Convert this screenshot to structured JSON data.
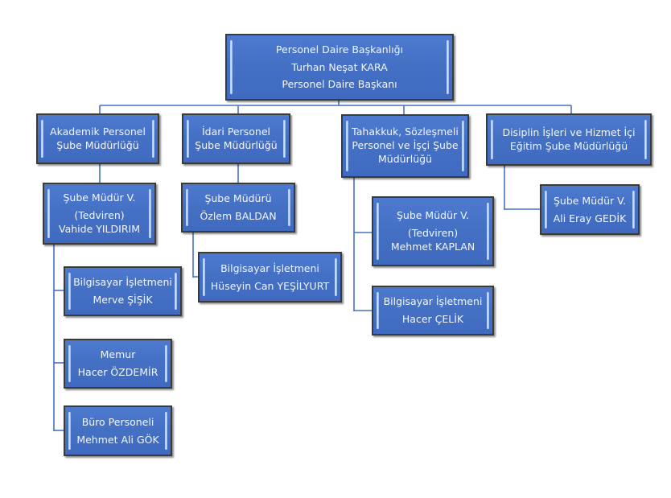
{
  "title": "Personel Daire Başkanlığı Organizasyon Şeması",
  "colors": {
    "box_fill": "#4472C4",
    "box_border": "#3a3a3a",
    "box_text": "#FFFFFF",
    "connector": "#4472C4"
  },
  "root": {
    "lines": [
      "Personel Daire Başkanlığı",
      "Turhan Neşat KARA",
      "Personel Daire Başkanı"
    ]
  },
  "departments": [
    {
      "lines": [
        "Akademik Personel",
        "Şube Müdürlüğü"
      ],
      "children": [
        {
          "lines": [
            "Şube Müdür V.",
            "(Tedviren)",
            "Vahide YILDIRIM"
          ]
        },
        {
          "lines": [
            "Bilgisayar İşletmeni",
            "Merve ŞİŞİK"
          ]
        },
        {
          "lines": [
            "Memur",
            "Hacer ÖZDEMİR"
          ]
        },
        {
          "lines": [
            "Büro Personeli",
            "Mehmet Ali GÖK"
          ]
        }
      ]
    },
    {
      "lines": [
        "İdari Personel",
        "Şube Müdürlüğü"
      ],
      "children": [
        {
          "lines": [
            "Şube Müdürü",
            "Özlem BALDAN"
          ]
        },
        {
          "lines": [
            "Bilgisayar İşletmeni",
            "Hüseyin Can YEŞİLYURT"
          ]
        }
      ]
    },
    {
      "lines": [
        "Tahakkuk, Sözleşmeli",
        "Personel ve İşçi Şube",
        "Müdürlüğü"
      ],
      "children": [
        {
          "lines": [
            "Şube Müdür V.",
            "(Tedviren)",
            "Mehmet KAPLAN"
          ]
        },
        {
          "lines": [
            "Bilgisayar İşletmeni",
            "Hacer ÇELİK"
          ]
        }
      ]
    },
    {
      "lines": [
        "Disiplin İşleri ve Hizmet İçi",
        "Eğitim Şube Müdürlüğü"
      ],
      "children": [
        {
          "lines": [
            "Şube Müdür V.",
            "Ali Eray GEDİK"
          ]
        }
      ]
    }
  ]
}
